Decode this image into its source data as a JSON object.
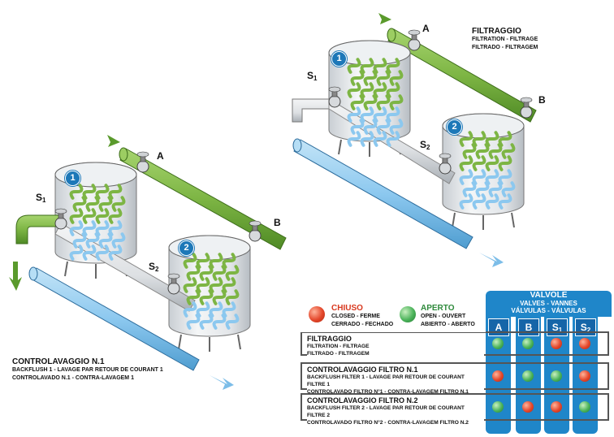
{
  "diagrams": {
    "filtering": {
      "title": "FILTRAGGIO",
      "line1": "FILTRATION - FILTRAGE",
      "line2": "FILTRADO - FILTRAGEM",
      "valve_a": "A",
      "valve_b": "B",
      "valve_s1": "S",
      "valve_s1_sub": "1",
      "valve_s2": "S",
      "valve_s2_sub": "2",
      "tank1": "1",
      "tank2": "2"
    },
    "backwash": {
      "title": "CONTROLAVAGGIO N.1",
      "line1": "BACKFLUSH 1 - LAVAGE PAR RETOUR DE COURANT 1",
      "line2": "CONTROLAVADO N.1 - CONTRA-LAVAGEM 1",
      "valve_a": "A",
      "valve_b": "B",
      "valve_s1": "S",
      "valve_s1_sub": "1",
      "valve_s2": "S",
      "valve_s2_sub": "2",
      "tank1": "1",
      "tank2": "2"
    }
  },
  "legend": {
    "closed_title": "CHIUSO",
    "closed_line1": "CLOSED - FERME",
    "closed_line2": "CERRADO - FECHADO",
    "open_title": "APERTO",
    "open_line1": "OPEN - OUVERT",
    "open_line2": "ABIERTO - ABERTO"
  },
  "valve_table": {
    "header_title": "VALVOLE",
    "header_line1": "VALVES - VANNES",
    "header_line2": "VÁLVULAS - VÁLVULAS",
    "columns": [
      "A",
      "B",
      "S1",
      "S2"
    ],
    "rows": [
      {
        "title": "FILTRAGGIO",
        "line1": "FILTRATION - FILTRAGE",
        "line2": "FILTRADO - FILTRAGEM",
        "states": [
          "open",
          "open",
          "closed",
          "closed"
        ]
      },
      {
        "title": "CONTROLAVAGGIO FILTRO N.1",
        "line1": "BACKFLUSH FILTER 1 - LAVAGE PAR RETOUR DE COURANT FILTRE 1",
        "line2": "CONTROLAVADO FILTRO N°1 - CONTRA-LAVAGEM FILTRO N.1",
        "states": [
          "closed",
          "open",
          "open",
          "closed"
        ]
      },
      {
        "title": "CONTROLAVAGGIO FILTRO N.2",
        "line1": "BACKFLUSH FILTER 2 - LAVAGE PAR RETOUR DE COURANT FILTRE 2",
        "line2": "CONTROLAVADO FILTRO N°2 - CONTRA-LAVAGEM FILTRO N.2",
        "states": [
          "open",
          "closed",
          "closed",
          "open"
        ]
      }
    ]
  },
  "colors": {
    "inlet_pipe": "#7db544",
    "outlet_pipe": "#8cc8ef",
    "valve_column": "#1f86c9",
    "closed": "#e4472b",
    "open": "#4bb35a",
    "tank": "#e9ecef",
    "number_badge": "#1d78b8"
  }
}
